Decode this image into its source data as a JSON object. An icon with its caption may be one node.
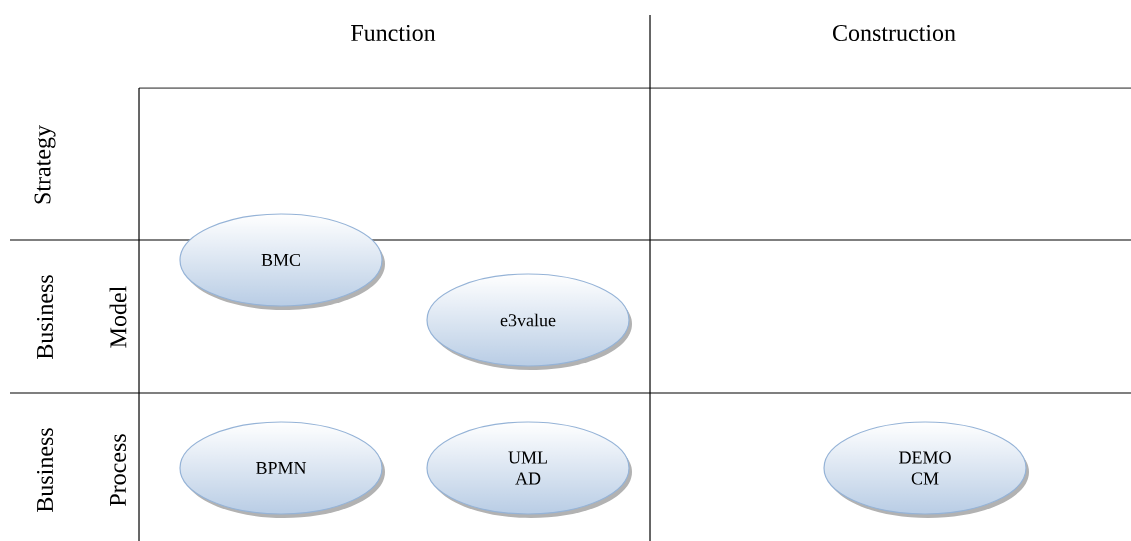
{
  "diagram": {
    "nodes": [
      {
        "text": [
          "BMC"
        ]
      },
      {
        "text": [
          "e3value"
        ]
      },
      {
        "text": [
          "BPMN"
        ]
      },
      {
        "text": [
          "UML AD"
        ]
      },
      {
        "text": [
          "DEMO CM"
        ]
      }
    ],
    "labels": [
      "Function",
      "Construction",
      "Strategy",
      "Business",
      "Model",
      "Business",
      "Process"
    ]
  }
}
